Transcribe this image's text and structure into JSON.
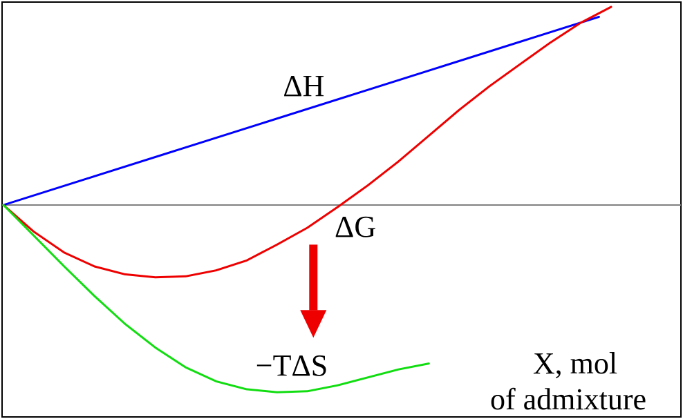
{
  "chart_data": {
    "type": "line",
    "title": "",
    "xlabel": "X, mol of admixture",
    "xlabel_lines": [
      "X, mol",
      "of  admixture"
    ],
    "ylabel": "",
    "xlim": [
      0,
      1
    ],
    "ylim": [
      -0.98,
      1.0
    ],
    "grid": false,
    "zero_line": true,
    "series": [
      {
        "name": "ΔH",
        "color": "#0000ff",
        "x": [
          0,
          0.98
        ],
        "y": [
          0,
          0.95
        ]
      },
      {
        "name": "ΔG",
        "color": "#ee0000",
        "x": [
          0,
          0.05,
          0.1,
          0.15,
          0.2,
          0.25,
          0.3,
          0.35,
          0.4,
          0.45,
          0.5,
          0.55,
          0.6,
          0.65,
          0.7,
          0.75,
          0.8,
          0.85,
          0.9,
          0.95,
          1.0
        ],
        "y": [
          0,
          -0.135,
          -0.24,
          -0.31,
          -0.35,
          -0.365,
          -0.36,
          -0.33,
          -0.28,
          -0.2,
          -0.115,
          -0.01,
          0.1,
          0.22,
          0.35,
          0.48,
          0.6,
          0.71,
          0.82,
          0.92,
          1.0
        ]
      },
      {
        "name": "−TΔS",
        "color": "#11dd11",
        "x": [
          0,
          0.05,
          0.1,
          0.15,
          0.2,
          0.25,
          0.3,
          0.35,
          0.4,
          0.45,
          0.5,
          0.55,
          0.6,
          0.65,
          0.7
        ],
        "y": [
          0,
          -0.155,
          -0.31,
          -0.46,
          -0.6,
          -0.72,
          -0.82,
          -0.89,
          -0.93,
          -0.945,
          -0.94,
          -0.91,
          -0.87,
          -0.83,
          -0.8
        ]
      }
    ],
    "annotations": [
      {
        "text": "ΔH",
        "x": 0.46,
        "y": 0.55
      },
      {
        "text": "ΔG",
        "x": 0.545,
        "y": -0.16
      },
      {
        "text": "−TΔS",
        "x": 0.415,
        "y": -0.86
      }
    ],
    "arrow": {
      "color": "#ee0000",
      "x": 0.51,
      "y_from": -0.2,
      "y_to": -0.67,
      "direction": "down"
    }
  }
}
